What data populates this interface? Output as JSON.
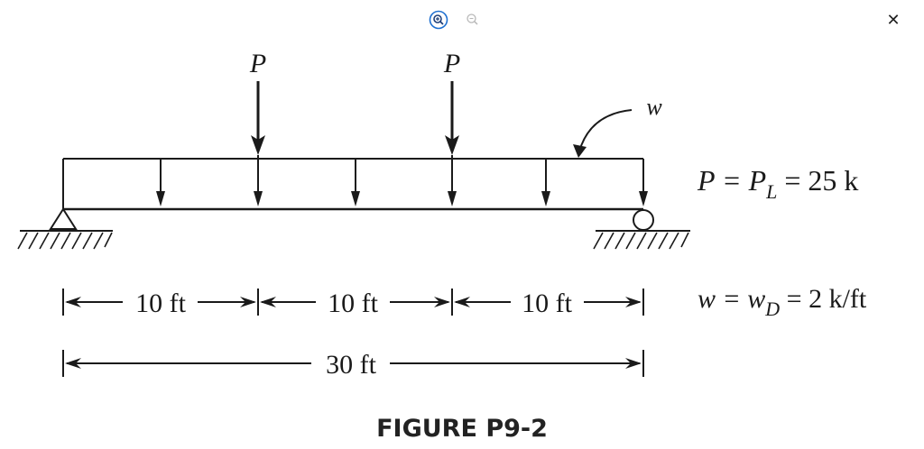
{
  "toolbar": {
    "zoom_in_icon": "zoom-in-icon",
    "zoom_out_icon": "zoom-out-icon",
    "close_label": "✕",
    "accent": "#1e6fd0"
  },
  "figure": {
    "load_label_1": "P",
    "load_label_2": "P",
    "dist_load_label": "w",
    "eq_P_lhs": "P = P",
    "eq_P_sub": "L",
    "eq_P_rhs": " = 25 k",
    "eq_w_lhs": "w = w",
    "eq_w_sub": "D",
    "eq_w_rhs": " = 2 k/ft",
    "dim_1": "10 ft",
    "dim_2": "10 ft",
    "dim_3": "10 ft",
    "dim_total": "30 ft"
  },
  "caption": "FIGURE P9-2"
}
